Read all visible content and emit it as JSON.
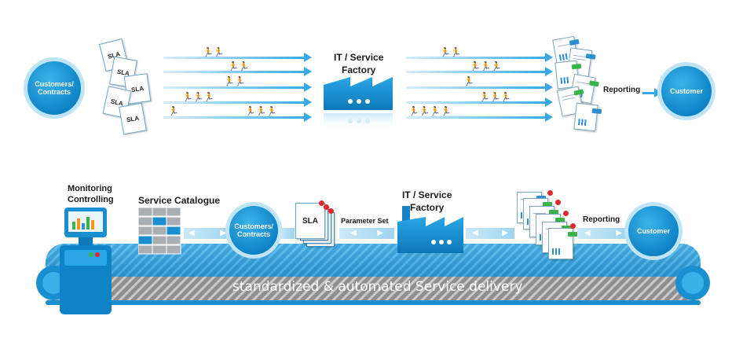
{
  "top": {
    "source_circle_label": "Customers/\nContracts",
    "sla_labels": [
      "SLA",
      "SLA",
      "SLA",
      "SLA",
      "SLA"
    ],
    "factory_title": "IT / Service\nFactory",
    "reporting_label": "Reporting",
    "target_circle_label": "Customer"
  },
  "bottom": {
    "monitoring_label": "Monitoring\nControlling",
    "catalogue_label": "Service Catalogue",
    "contracts_circle_label": "Customers/\nContracts",
    "sla_label": "SLA",
    "parameter_label": "Parameter Set",
    "factory_title": "IT / Service\nFactory",
    "reporting_label": "Reporting",
    "customer_circle_label": "Customer",
    "belt_text": "standardized & automated Service delivery"
  },
  "colors": {
    "primary_blue": "#0f83c6",
    "light_blue": "#bfe4f6",
    "arrow_blue": "#3aa9e3",
    "belt_blue": "#1a8fd0"
  }
}
